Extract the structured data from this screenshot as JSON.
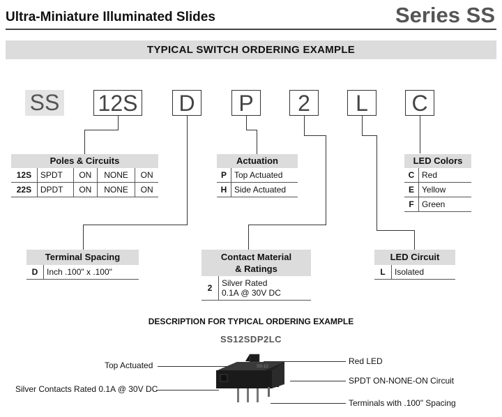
{
  "header": {
    "left_title": "Ultra-Miniature Illuminated Slides",
    "right_title": "Series SS"
  },
  "banner": "TYPICAL SWITCH ORDERING EXAMPLE",
  "code_parts": [
    "SS",
    "12S",
    "D",
    "P",
    "2",
    "L",
    "C"
  ],
  "poles": {
    "title": "Poles & Circuits",
    "rows": [
      [
        "12S",
        "SPDT",
        "ON",
        "NONE",
        "ON"
      ],
      [
        "22S",
        "DPDT",
        "ON",
        "NONE",
        "ON"
      ]
    ]
  },
  "actuation": {
    "title": "Actuation",
    "rows": [
      [
        "P",
        "Top Actuated"
      ],
      [
        "H",
        "Side Actuated"
      ]
    ]
  },
  "led_colors": {
    "title": "LED Colors",
    "rows": [
      [
        "C",
        "Red"
      ],
      [
        "E",
        "Yellow"
      ],
      [
        "F",
        "Green"
      ]
    ]
  },
  "terminal": {
    "title": "Terminal Spacing",
    "rows": [
      [
        "D",
        "Inch .100\" x .100\""
      ]
    ]
  },
  "contact": {
    "title_line1": "Contact Material",
    "title_line2": "& Ratings",
    "code": "2",
    "line1": "Silver Rated",
    "line2": "0.1A @ 30V DC"
  },
  "led_circuit": {
    "title": "LED Circuit",
    "rows": [
      [
        "L",
        "Isolated"
      ]
    ]
  },
  "description": {
    "title": "DESCRIPTION FOR TYPICAL ORDERING EXAMPLE",
    "code": "SS12SDP2LC",
    "left_labels": [
      "Top Actuated",
      "Silver Contacts Rated 0.1A @ 30V DC"
    ],
    "right_labels": [
      "Red LED",
      "SPDT   ON-NONE-ON Circuit",
      "Terminals with .100\" Spacing"
    ]
  }
}
